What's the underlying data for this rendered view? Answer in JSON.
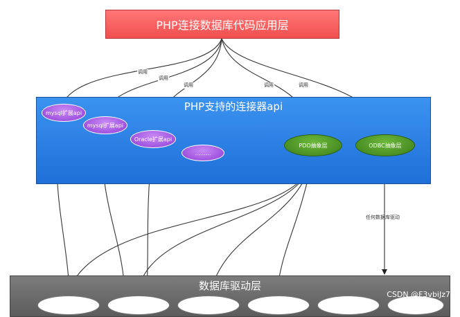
{
  "top_layer": {
    "title": "PHP连接数据库代码应用层"
  },
  "api_layer": {
    "title": "PHP支持的连接器api",
    "items": [
      {
        "label": "mysql扩展api"
      },
      {
        "label": "mysql扩展api"
      },
      {
        "label": "Oracle扩展api"
      },
      {
        "label": "........."
      },
      {
        "label": "PDO抽象层"
      },
      {
        "label": "ODBC抽象层"
      }
    ]
  },
  "edge_labels": {
    "call_1": "调用",
    "call_2": "调用",
    "call_3": "调用",
    "call_4": "调用",
    "call_5": "调用",
    "odbc_driver": "任何数据库驱动"
  },
  "driver_layer": {
    "title": "数据库驱动层"
  },
  "watermark": "CSDN @F3vbiJz7",
  "colors": {
    "top_fill": "#f14f4f",
    "api_fill": "#1f6fd8",
    "driver_fill": "#5c5c5c",
    "purple_node": "#8e3bd6",
    "green_node": "#3b7d1a"
  }
}
